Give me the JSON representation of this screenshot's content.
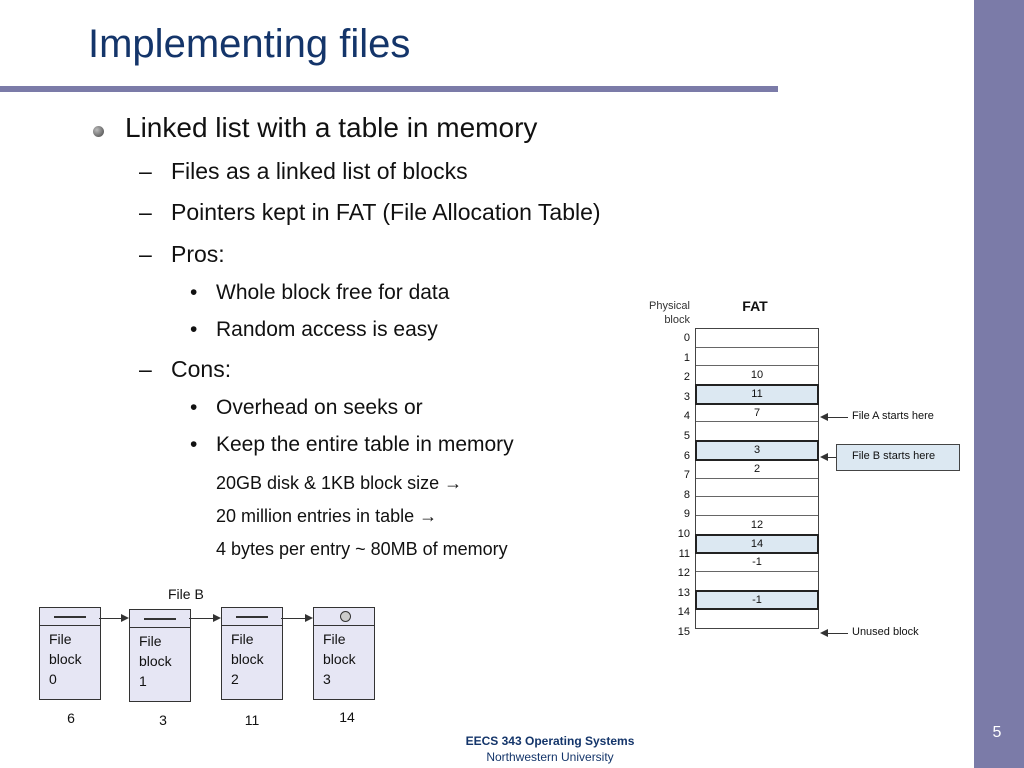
{
  "slide": {
    "title": "Implementing files",
    "page_number": "5",
    "footer_line1": "EECS 343 Operating Systems",
    "footer_line2": "Northwestern University"
  },
  "bullets": {
    "l1": "Linked list with a table in memory",
    "sub1": "Files as a linked list of blocks",
    "sub2": "Pointers kept in FAT (File Allocation Table)",
    "pros": "Pros:",
    "pros_items": [
      "Whole block free for data",
      "Random access is easy"
    ],
    "cons": "Cons:",
    "cons_items": [
      "Overhead on seeks or",
      "Keep the entire table in memory"
    ],
    "notes": [
      "20GB disk & 1KB block size →",
      "20 million entries in table →",
      "4 bytes per entry ~ 80MB of memory"
    ]
  },
  "fat": {
    "physical_label_line1": "Physical",
    "physical_label_line2": "block",
    "title": "FAT",
    "rows": [
      {
        "index": "0",
        "value": ""
      },
      {
        "index": "1",
        "value": ""
      },
      {
        "index": "2",
        "value": "10"
      },
      {
        "index": "3",
        "value": "11"
      },
      {
        "index": "4",
        "value": "7"
      },
      {
        "index": "5",
        "value": ""
      },
      {
        "index": "6",
        "value": "3"
      },
      {
        "index": "7",
        "value": "2"
      },
      {
        "index": "8",
        "value": ""
      },
      {
        "index": "9",
        "value": ""
      },
      {
        "index": "10",
        "value": "12"
      },
      {
        "index": "11",
        "value": "14"
      },
      {
        "index": "12",
        "value": "-1"
      },
      {
        "index": "13",
        "value": ""
      },
      {
        "index": "14",
        "value": "-1"
      },
      {
        "index": "15",
        "value": ""
      }
    ],
    "annotations": {
      "file_a": "File A starts here",
      "file_b": "File B starts here",
      "unused": "Unused block"
    }
  },
  "file_b_diagram": {
    "label": "File B",
    "blocks": [
      {
        "text": "File\nblock\n0",
        "number": "6"
      },
      {
        "text": "File\nblock\n1",
        "number": "3"
      },
      {
        "text": "File\nblock\n2",
        "number": "11"
      },
      {
        "text": "File\nblock\n3",
        "number": "14"
      }
    ]
  }
}
